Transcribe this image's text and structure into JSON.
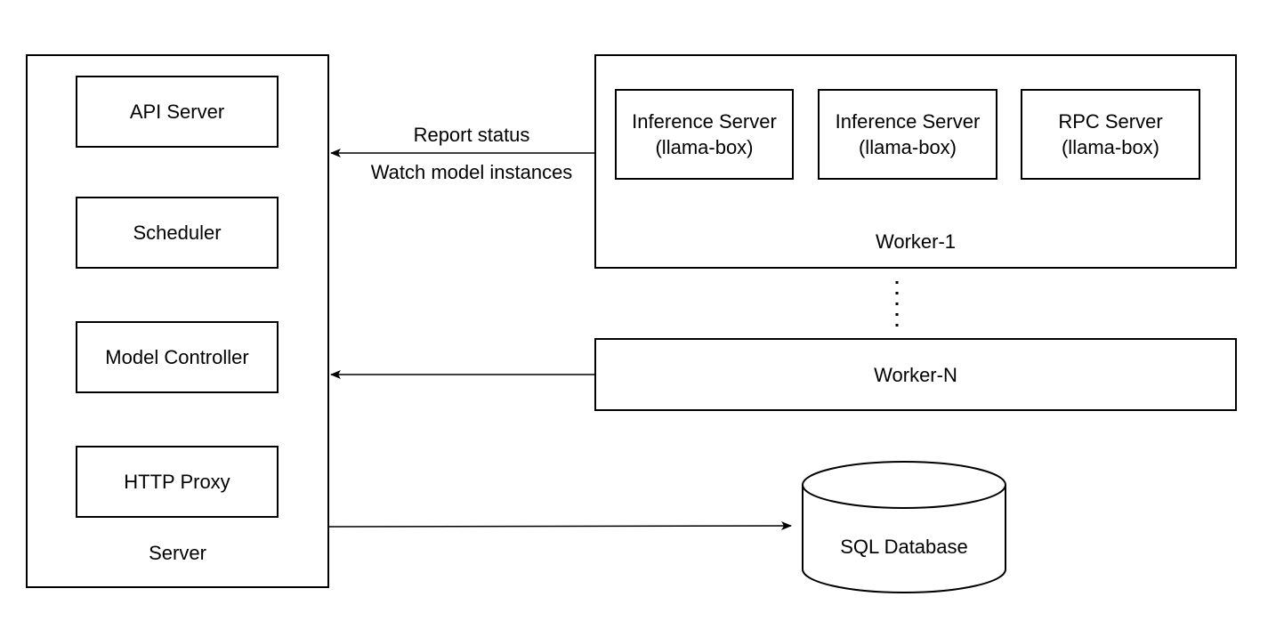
{
  "server": {
    "label": "Server",
    "components": {
      "api_server": "API Server",
      "scheduler": "Scheduler",
      "model_controller": "Model Controller",
      "http_proxy": "HTTP Proxy"
    }
  },
  "worker1": {
    "label": "Worker-1",
    "inference_server_1": {
      "line1": "Inference Server",
      "line2": "(llama-box)"
    },
    "inference_server_2": {
      "line1": "Inference Server",
      "line2": "(llama-box)"
    },
    "rpc_server": {
      "line1": "RPC Server",
      "line2": "(llama-box)"
    }
  },
  "workerN": {
    "label": "Worker-N"
  },
  "connections": {
    "worker1_to_server": {
      "line1": "Report status",
      "line2": "Watch model instances"
    }
  },
  "database": {
    "label": "SQL Database"
  },
  "colors": {
    "stroke": "#000000",
    "background": "#ffffff"
  }
}
